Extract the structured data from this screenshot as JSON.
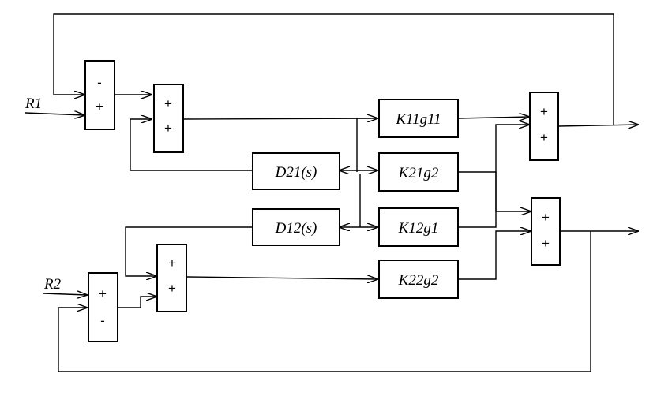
{
  "inputs": {
    "r1": "R1",
    "r2": "R2"
  },
  "summers": {
    "s1": {
      "top": "-",
      "bottom": "+"
    },
    "s2": {
      "top": "+",
      "bottom": "+"
    },
    "s3": {
      "top": "+",
      "bottom": "+"
    },
    "s4": {
      "top": "+",
      "bottom": "+"
    },
    "s5": {
      "top": "+",
      "bottom": "-"
    },
    "s6": {
      "top": "+",
      "bottom": "+"
    }
  },
  "blocks": {
    "k11": "K11g11",
    "k21": "K21g2",
    "k12": "K12g1",
    "k22": "K22g2",
    "d21": "D21(s)",
    "d12": "D12(s)"
  }
}
